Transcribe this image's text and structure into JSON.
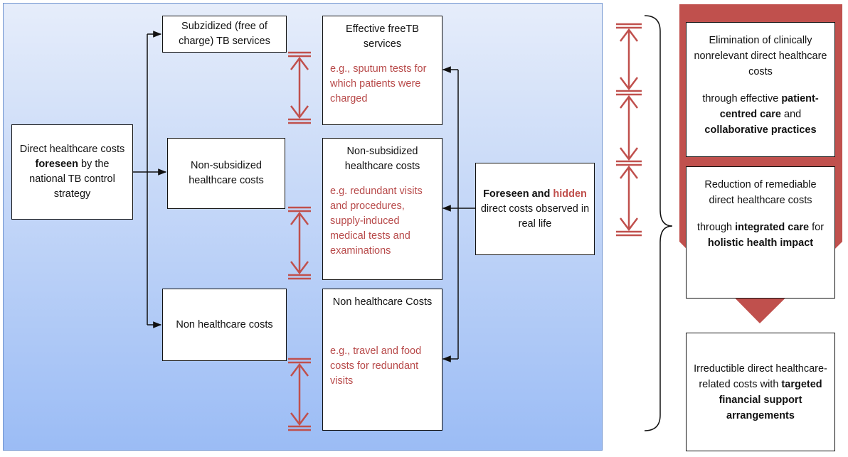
{
  "left": {
    "foreseen": {
      "pre": "Direct healthcare costs ",
      "bold": "foreseen",
      "post": " by the national TB control strategy"
    },
    "subsidized": "Subzidized (free of charge) TB services",
    "non_subsidized": "Non-subsidized healthcare costs",
    "non_healthcare": "Non healthcare costs"
  },
  "middle": {
    "effective": {
      "title": "Effective freeTB services",
      "example": "e.g., sputum tests for which patients were charged"
    },
    "non_subsidized": {
      "title": "Non-subsidized healthcare costs",
      "example": "e.g. redundant visits and procedures, supply-induced medical tests and examinations"
    },
    "non_healthcare": {
      "title": "Non healthcare Costs",
      "example": "e.g., travel and food costs for redundant visits"
    }
  },
  "observed": {
    "bold1": "Foreseen and",
    "bold_red": "hidden",
    "post": " direct costs observed in real life"
  },
  "right": {
    "elimination": {
      "title": "Elimination of clinically nonrelevant direct healthcare costs",
      "pre": "through effective ",
      "bold1": "patient-centred care",
      "mid": " and ",
      "bold2": "collaborative practices"
    },
    "reduction": {
      "title": "Reduction of remediable direct healthcare costs",
      "pre": "through ",
      "bold1": "integrated care",
      "mid": " for ",
      "bold2": "holistic health impact"
    },
    "irreducible": {
      "title": "Irreductible direct healthcare-related costs",
      "pre": "with ",
      "bold1": "targeted financial support arrangements"
    }
  },
  "colors": {
    "panel_top": "#e6edfa",
    "panel_bottom": "#9bbcf5",
    "accent_red": "#c0504d",
    "example_red": "#b84a4a"
  }
}
